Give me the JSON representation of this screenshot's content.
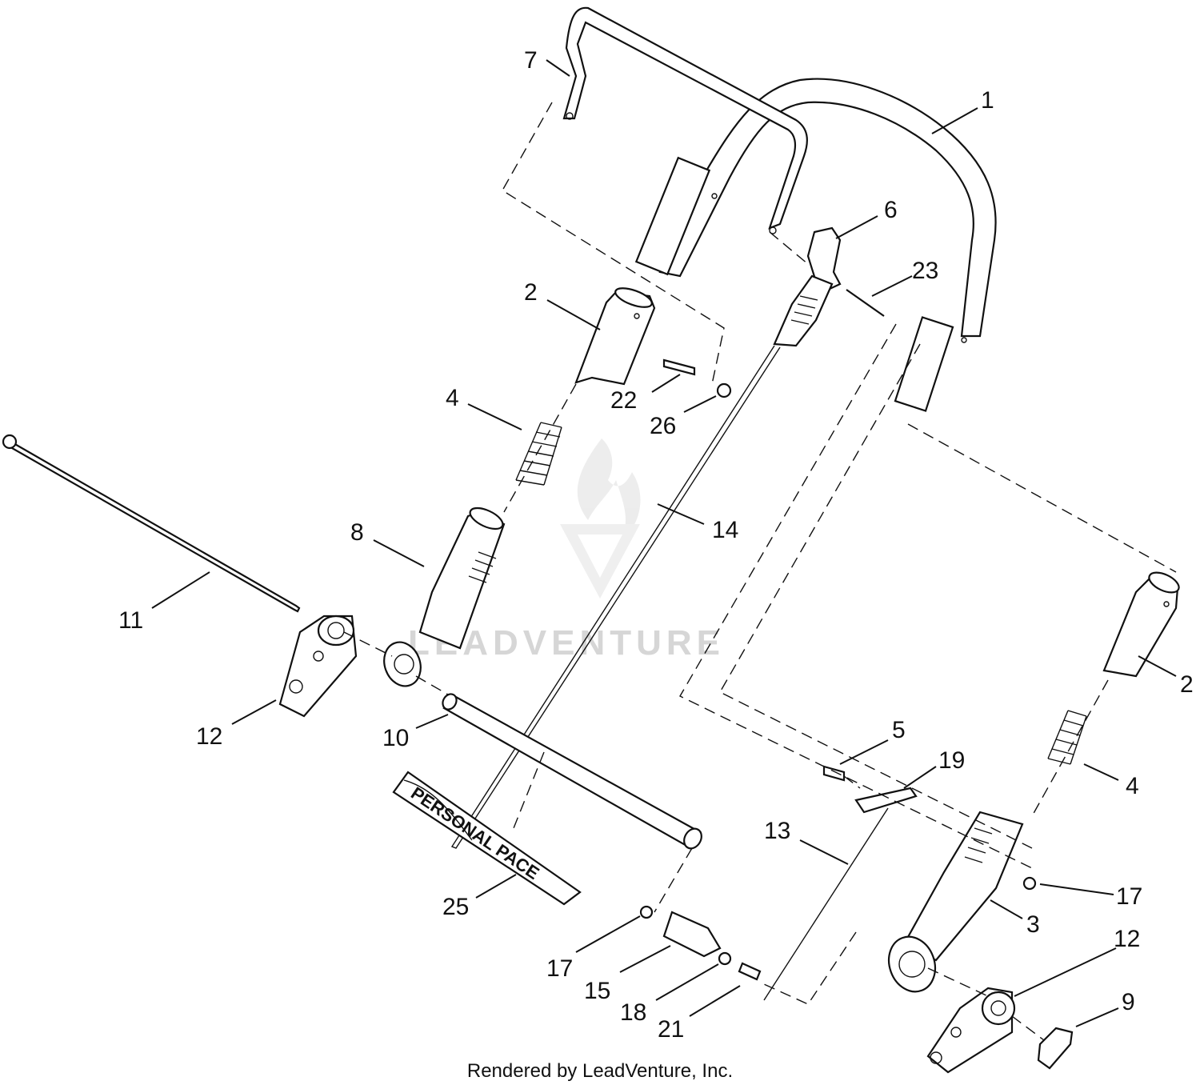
{
  "footer": "Rendered by LeadVenture, Inc.",
  "watermark": "LEADVENTURE",
  "decal_text": "PERSONAL PACE",
  "callouts": [
    {
      "id": "c1",
      "label": "1"
    },
    {
      "id": "c7",
      "label": "7"
    },
    {
      "id": "c6",
      "label": "6"
    },
    {
      "id": "c23",
      "label": "23"
    },
    {
      "id": "c2a",
      "label": "2"
    },
    {
      "id": "c22",
      "label": "22"
    },
    {
      "id": "c26",
      "label": "26"
    },
    {
      "id": "c4a",
      "label": "4"
    },
    {
      "id": "c8",
      "label": "8"
    },
    {
      "id": "c14",
      "label": "14"
    },
    {
      "id": "c11",
      "label": "11"
    },
    {
      "id": "c12a",
      "label": "12"
    },
    {
      "id": "c10",
      "label": "10"
    },
    {
      "id": "c2b",
      "label": "2"
    },
    {
      "id": "c5",
      "label": "5"
    },
    {
      "id": "c19",
      "label": "19"
    },
    {
      "id": "c4b",
      "label": "4"
    },
    {
      "id": "c13",
      "label": "13"
    },
    {
      "id": "c25",
      "label": "25"
    },
    {
      "id": "c17a",
      "label": "17"
    },
    {
      "id": "c17b",
      "label": "17"
    },
    {
      "id": "c3",
      "label": "3"
    },
    {
      "id": "c12b",
      "label": "12"
    },
    {
      "id": "c15",
      "label": "15"
    },
    {
      "id": "c9",
      "label": "9"
    },
    {
      "id": "c18",
      "label": "18"
    },
    {
      "id": "c21",
      "label": "21"
    }
  ]
}
